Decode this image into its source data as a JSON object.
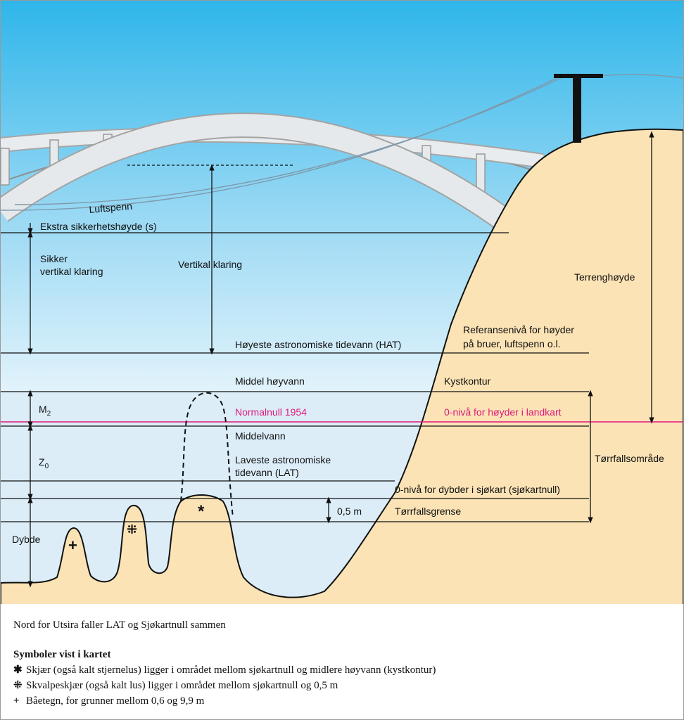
{
  "diagram": {
    "bridge_label": "Luftspenn",
    "extra_safety": "Ekstra sikkerhetshøyde (s)",
    "safe_clearance_l1": "Sikker",
    "safe_clearance_l2": "vertikal klaring",
    "vertical_clearance": "Vertikal klaring",
    "terrain_height": "Terrenghøyde",
    "ref_level_l1": "Referansenivå for høyder",
    "ref_level_l2": "på bruer, luftspenn o.l.",
    "hat": "Høyeste astronomiske tidevann (HAT)",
    "mhw": "Middel høyvann",
    "coast_contour": "Kystkontur",
    "m2": "M",
    "m2_sub": "2",
    "normalnull": "Normalnull 1954",
    "zero_map": "0-nivå for høyder i landkart",
    "middelvann": "Middelvann",
    "z0": "Z",
    "z0_sub": "0",
    "lat_l1": "Laveste astronomiske",
    "lat_l2": "tidevann (LAT)",
    "drying_area": "Tørrfallsområde",
    "zero_chart": "0-nivå for dybder i sjøkart (sjøkartnull)",
    "half_m": "0,5 m",
    "drying_limit": "Tørrfallsgrense",
    "depth": "Dybde",
    "sym_star": "*",
    "sym_lus": "⁜",
    "sym_plus": "+"
  },
  "colors": {
    "sky_top": "#2fb6ea",
    "sky_bottom": "#dff1fb",
    "water": "#dcedf8",
    "land": "#fbe3b5",
    "pink": "#e0187e"
  },
  "legend": {
    "note": "Nord for Utsira faller LAT og Sjøkartnull sammen",
    "title": "Symboler vist i kartet",
    "items": [
      {
        "symbol": "✱",
        "text": "Skjær (også kalt stjernelus) ligger i området mellom sjøkartnull og midlere høyvann (kystkontur)"
      },
      {
        "symbol": "⁜",
        "text": "Skvalpeskjær (også kalt lus) ligger i området mellom sjøkartnull og 0,5 m"
      },
      {
        "symbol": "+",
        "text": "Båetegn, for grunner mellom 0,6 og 9,9 m"
      }
    ]
  }
}
